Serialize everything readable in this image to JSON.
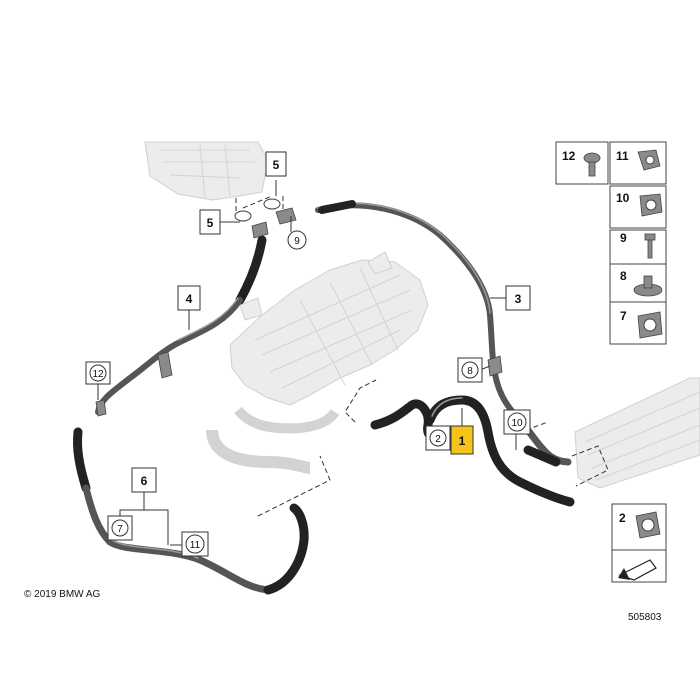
{
  "copyright": "© 2019 BMW AG",
  "drawing_number": "505803",
  "callouts": {
    "c1": "1",
    "c2": "2",
    "c3": "3",
    "c4": "4",
    "c5a": "5",
    "c5b": "5",
    "c6": "6",
    "c7": "7",
    "c8": "8",
    "c9": "9",
    "c10": "10",
    "c11": "11",
    "c12": "12"
  },
  "legend": {
    "l12": "12",
    "l11": "11",
    "l10": "10",
    "l9": "9",
    "l8": "8",
    "l7": "7",
    "l2": "2"
  },
  "colors": {
    "highlight": "#f6c31b",
    "hose": "#555555",
    "ghost": "#ececec"
  }
}
